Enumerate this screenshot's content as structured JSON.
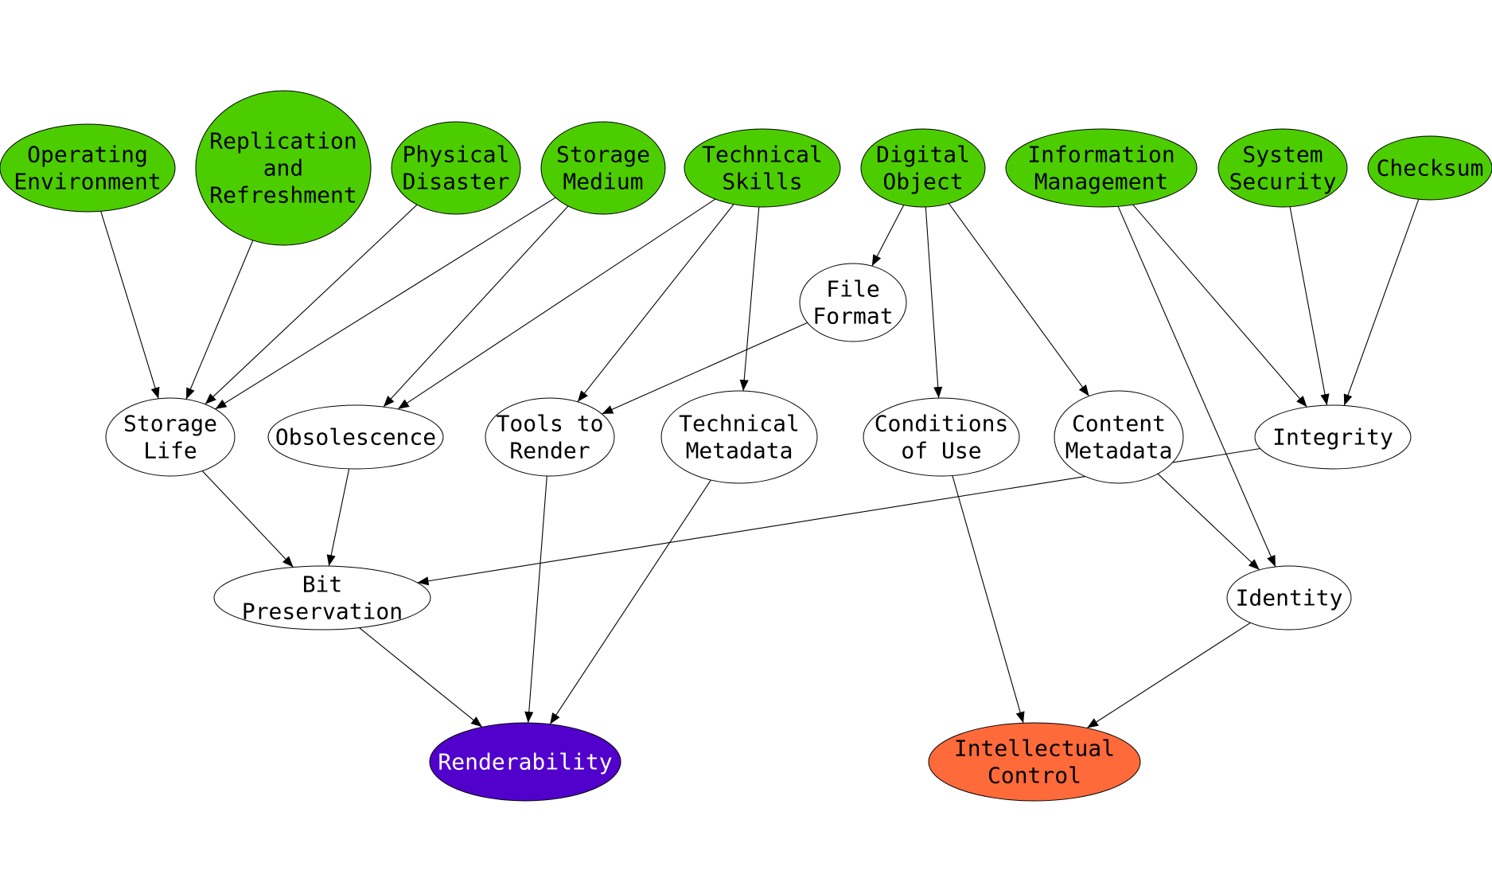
{
  "colors": {
    "source": "#4ccd00",
    "neutral": "#ffffff",
    "renderability": "#5200cc",
    "control": "#ff6a3a",
    "line": "#000000",
    "text_dark": "#000000",
    "text_light": "#ffffff"
  },
  "nodes": [
    {
      "id": "operating-environment",
      "lines": [
        "Operating",
        "Environment"
      ],
      "kind": "source"
    },
    {
      "id": "replication-refreshment",
      "lines": [
        "Replication",
        "and",
        "Refreshment"
      ],
      "kind": "source"
    },
    {
      "id": "physical-disaster",
      "lines": [
        "Physical",
        "Disaster"
      ],
      "kind": "source"
    },
    {
      "id": "storage-medium",
      "lines": [
        "Storage",
        "Medium"
      ],
      "kind": "source"
    },
    {
      "id": "technical-skills",
      "lines": [
        "Technical",
        "Skills"
      ],
      "kind": "source"
    },
    {
      "id": "digital-object",
      "lines": [
        "Digital",
        "Object"
      ],
      "kind": "source"
    },
    {
      "id": "information-management",
      "lines": [
        "Information",
        "Management"
      ],
      "kind": "source"
    },
    {
      "id": "system-security",
      "lines": [
        "System",
        "Security"
      ],
      "kind": "source"
    },
    {
      "id": "checksum",
      "lines": [
        "Checksum"
      ],
      "kind": "source"
    },
    {
      "id": "file-format",
      "lines": [
        "File",
        "Format"
      ],
      "kind": "neutral"
    },
    {
      "id": "storage-life",
      "lines": [
        "Storage",
        "Life"
      ],
      "kind": "neutral"
    },
    {
      "id": "obsolescence",
      "lines": [
        "Obsolescence"
      ],
      "kind": "neutral"
    },
    {
      "id": "tools-to-render",
      "lines": [
        "Tools to",
        "Render"
      ],
      "kind": "neutral"
    },
    {
      "id": "technical-metadata",
      "lines": [
        "Technical",
        "Metadata"
      ],
      "kind": "neutral"
    },
    {
      "id": "conditions-of-use",
      "lines": [
        "Conditions",
        "of Use"
      ],
      "kind": "neutral"
    },
    {
      "id": "content-metadata",
      "lines": [
        "Content",
        "Metadata"
      ],
      "kind": "neutral"
    },
    {
      "id": "integrity",
      "lines": [
        "Integrity"
      ],
      "kind": "neutral"
    },
    {
      "id": "bit-preservation",
      "lines": [
        "Bit",
        "Preservation"
      ],
      "kind": "neutral"
    },
    {
      "id": "identity",
      "lines": [
        "Identity"
      ],
      "kind": "neutral"
    },
    {
      "id": "renderability",
      "lines": [
        "Renderability"
      ],
      "kind": "renderability"
    },
    {
      "id": "intellectual-control",
      "lines": [
        "Intellectual",
        "Control"
      ],
      "kind": "control"
    }
  ],
  "edges": [
    {
      "from": "operating-environment",
      "to": "storage-life"
    },
    {
      "from": "replication-refreshment",
      "to": "storage-life"
    },
    {
      "from": "physical-disaster",
      "to": "storage-life"
    },
    {
      "from": "storage-medium",
      "to": "storage-life"
    },
    {
      "from": "storage-medium",
      "to": "obsolescence"
    },
    {
      "from": "technical-skills",
      "to": "obsolescence"
    },
    {
      "from": "technical-skills",
      "to": "tools-to-render"
    },
    {
      "from": "technical-skills",
      "to": "technical-metadata"
    },
    {
      "from": "digital-object",
      "to": "file-format"
    },
    {
      "from": "digital-object",
      "to": "conditions-of-use"
    },
    {
      "from": "digital-object",
      "to": "content-metadata"
    },
    {
      "from": "file-format",
      "to": "tools-to-render"
    },
    {
      "from": "information-management",
      "to": "identity"
    },
    {
      "from": "information-management",
      "to": "integrity"
    },
    {
      "from": "system-security",
      "to": "integrity"
    },
    {
      "from": "checksum",
      "to": "integrity"
    },
    {
      "from": "storage-life",
      "to": "bit-preservation"
    },
    {
      "from": "obsolescence",
      "to": "bit-preservation"
    },
    {
      "from": "integrity",
      "to": "bit-preservation"
    },
    {
      "from": "content-metadata",
      "to": "identity"
    },
    {
      "from": "bit-preservation",
      "to": "renderability"
    },
    {
      "from": "tools-to-render",
      "to": "renderability"
    },
    {
      "from": "technical-metadata",
      "to": "renderability"
    },
    {
      "from": "conditions-of-use",
      "to": "intellectual-control"
    },
    {
      "from": "identity",
      "to": "intellectual-control"
    }
  ]
}
